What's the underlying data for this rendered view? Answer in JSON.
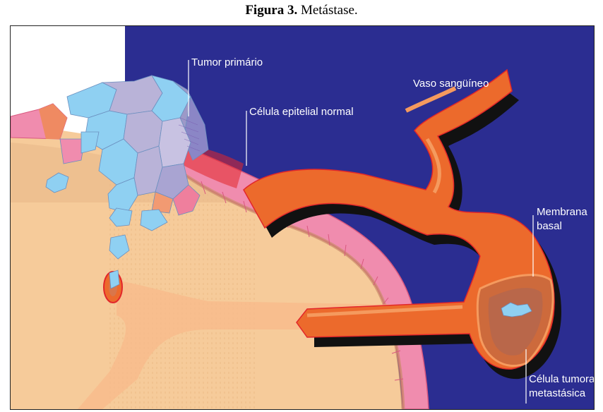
{
  "caption": {
    "prefix": "Figura 3.",
    "text": "Metástase."
  },
  "labels": {
    "primary_tumor": "Tumor primário",
    "normal_epithelial_cell": "Célula epitelial normal",
    "blood_vessel": "Vaso sangüíneo",
    "basement_membrane_line1": "Membrana",
    "basement_membrane_line2": "basal",
    "metastatic_cell_line1": "Célula tumoral",
    "metastatic_cell_line2": "metastásica"
  },
  "colors": {
    "background_blue": "#2b2d91",
    "tissue": "#f6cb9a",
    "epithelium_pink": "#f08cae",
    "vessel_orange": "#ec6a2c",
    "tumor_blue": "#8fd0f2",
    "tumor_lavender": "#b9b3d8",
    "shadow": "#111111",
    "outline_red": "#e2262a"
  }
}
